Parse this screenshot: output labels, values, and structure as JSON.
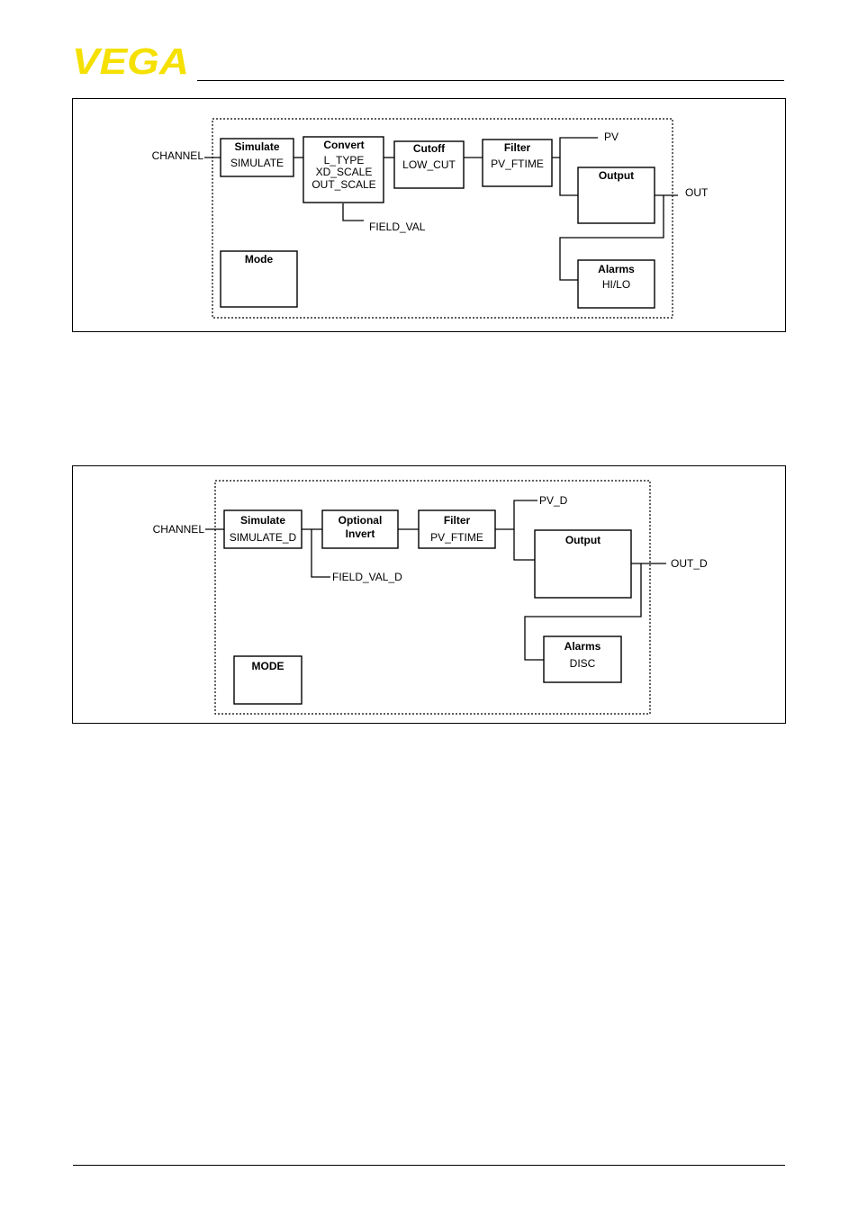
{
  "header": {
    "logo_text": "VEGA",
    "brand_color": "#f5e000"
  },
  "diagram_ai": {
    "channel": "CHANNEL",
    "simulate": {
      "title": "Simulate",
      "param": "SIMULATE"
    },
    "convert": {
      "title": "Convert",
      "params": [
        "L_TYPE",
        "XD_SCALE",
        "OUT_SCALE"
      ]
    },
    "cutoff": {
      "title": "Cutoff",
      "param": "LOW_CUT"
    },
    "filter": {
      "title": "Filter",
      "param": "PV_FTIME"
    },
    "output": {
      "title": "Output"
    },
    "alarms": {
      "title": "Alarms",
      "param": "HI/LO"
    },
    "mode": {
      "title": "Mode"
    },
    "pv": "PV",
    "out": "OUT",
    "field_val": "FIELD_VAL"
  },
  "diagram_di": {
    "channel": "CHANNEL",
    "simulate": {
      "title": "Simulate",
      "param": "SIMULATE_D"
    },
    "invert": {
      "title_line1": "Optional",
      "title_line2": "Invert"
    },
    "filter": {
      "title": "Filter",
      "param": "PV_FTIME"
    },
    "output": {
      "title": "Output"
    },
    "alarms": {
      "title": "Alarms",
      "param": "DISC"
    },
    "mode": {
      "title": "MODE"
    },
    "pv": "PV_D",
    "out": "OUT_D",
    "field_val": "FIELD_VAL_D"
  }
}
